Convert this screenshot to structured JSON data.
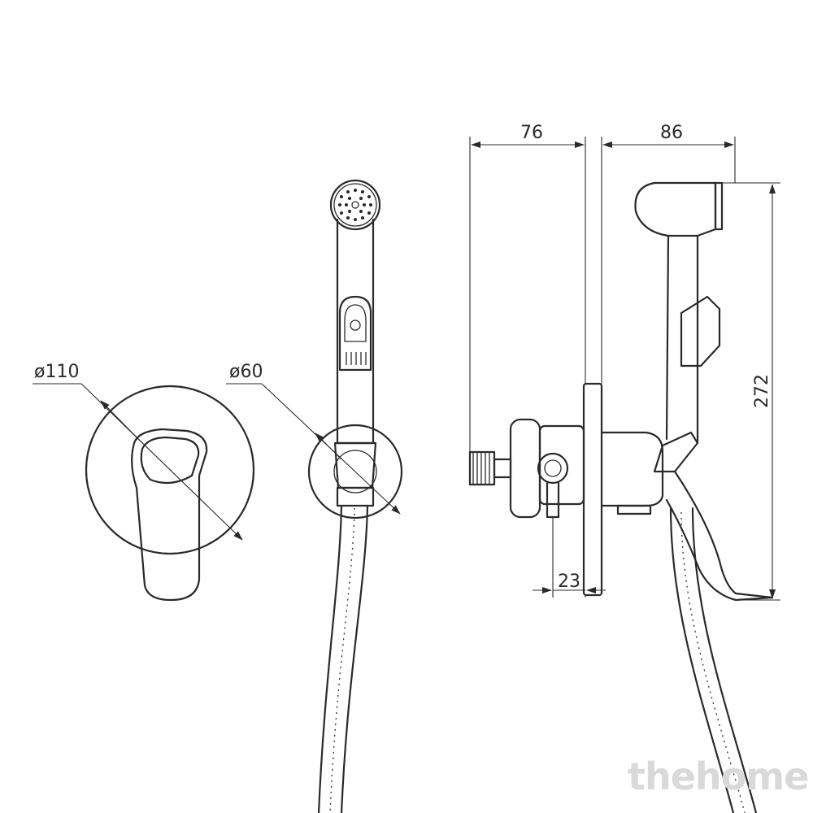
{
  "dimensions": {
    "cover_diameter": "ø110",
    "holder_diameter": "ø60",
    "body_depth": "76",
    "spout_projection": "86",
    "total_height": "272",
    "flange_offset": "23"
  },
  "watermark": "thehome",
  "colors": {
    "line": "#2a2a2a",
    "watermark": "#d9d9d9"
  }
}
